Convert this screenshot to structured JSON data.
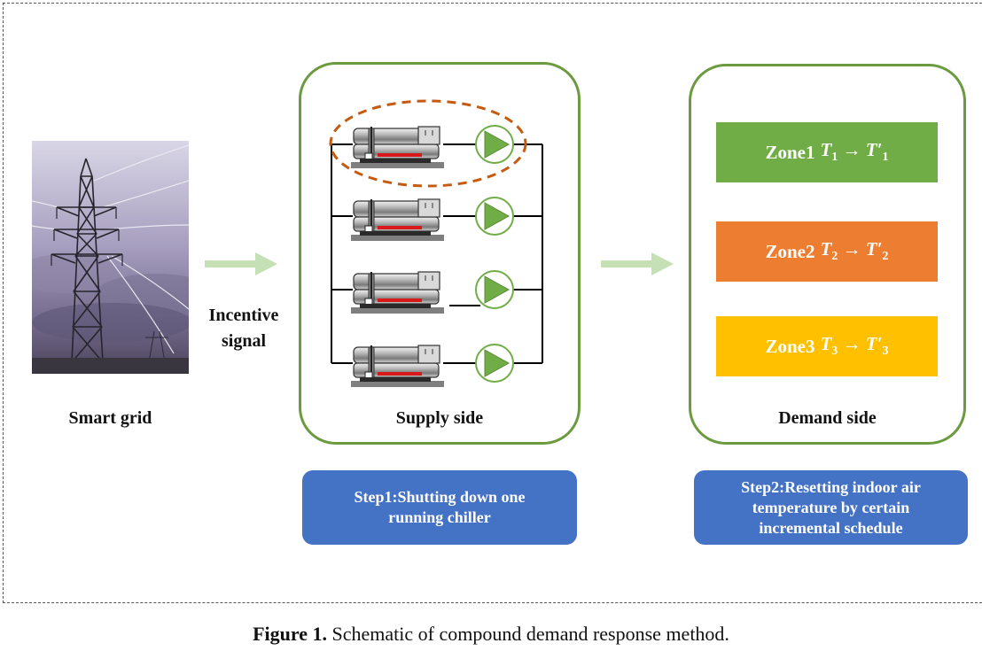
{
  "labels": {
    "smart_grid": "Smart grid",
    "incentive_line1": "Incentive",
    "incentive_line2": "signal",
    "supply_side": "Supply side",
    "demand_side": "Demand side"
  },
  "zones": [
    {
      "name": "Zone1",
      "from": "T",
      "to": "T′",
      "sub": "1",
      "color": "#70ad47"
    },
    {
      "name": "Zone2",
      "from": "T",
      "to": "T′",
      "sub": "2",
      "color": "#ed7d31"
    },
    {
      "name": "Zone3",
      "from": "T",
      "to": "T′",
      "sub": "3",
      "color": "#ffc000"
    }
  ],
  "steps": {
    "step1_line1": "Step1:Shutting down one",
    "step1_line2": "running chiller",
    "step2_line1": "Step2:Resetting indoor air",
    "step2_line2": "temperature by certain",
    "step2_line3": "incremental schedule"
  },
  "caption": {
    "bold": "Figure 1.",
    "text": " Schematic of compound demand response method."
  },
  "colors": {
    "panel_border": "#6c9a3f",
    "arrow": "#c5e0b4",
    "step_box": "#4472c4",
    "highlight_ellipse": "#c55a11"
  }
}
